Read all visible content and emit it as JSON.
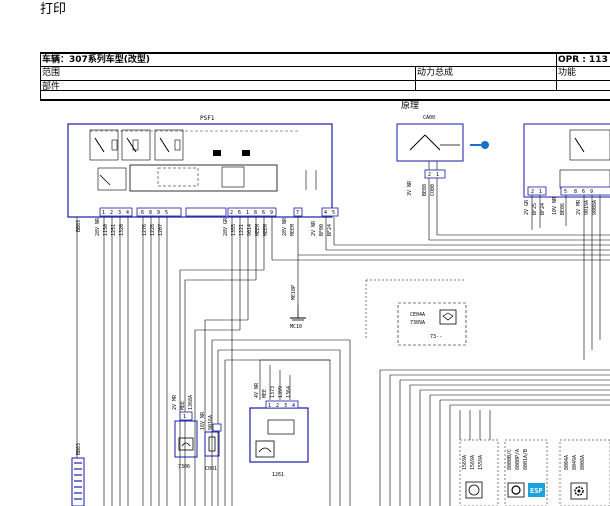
{
  "print_label": "打印",
  "header": {
    "vehicle_label": "车辆：307系列车型(改型)",
    "opr_label": "OPR : 113",
    "scope_label": "范围",
    "powertrain_label": "动力总成",
    "function_label": "功能",
    "parts_label": "部件"
  },
  "diagram": {
    "title": "原理",
    "psf1": "PSF1",
    "ca00": "CA00",
    "mc10": "MC10",
    "ce04a": "CE04A",
    "w7309a": "7309A",
    "c7306": "7306",
    "c001": "C001",
    "c1261": "1261",
    "esp": "ESP",
    "t73": "73--"
  }
}
